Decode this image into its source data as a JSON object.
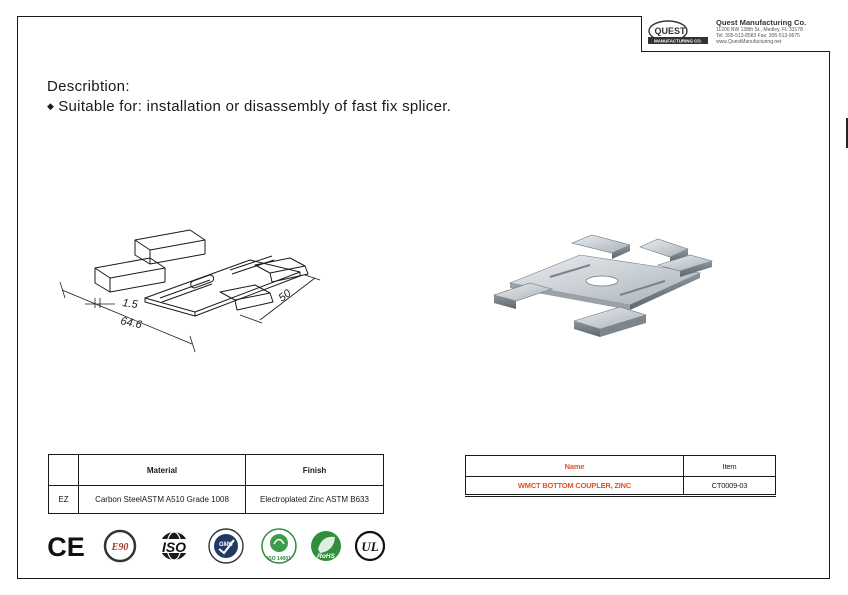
{
  "company": {
    "logo_main": "QUEST",
    "logo_sub": "MANUFACTURING CO.",
    "name": "Quest Manufacturing Co.",
    "address": "11200 NW 138th St., Medley, FL 33178",
    "contact": "Tel: 305-513-8583   Fax: 305-513-9675",
    "website": "www.QuestManufacturing.net"
  },
  "description": {
    "title": "Describtion:",
    "line": "Suitable for: installation or disassembly of fast fix splicer."
  },
  "drawing": {
    "dim_thickness": "1.5",
    "dim_length": "64.6",
    "dim_width": "50"
  },
  "material_table": {
    "headers": [
      "",
      "Material",
      "Finish"
    ],
    "rows": [
      [
        "EZ",
        "Carbon SteelASTM A510 Grade 1008",
        "Electroplated Zinc ASTM B633"
      ]
    ]
  },
  "name_table": {
    "headers": [
      "Name",
      "Item"
    ],
    "rows": [
      [
        "WMCT BOTTOM COUPLER, ZINC",
        "CT0009-03"
      ]
    ]
  },
  "certifications": {
    "ce": "CE",
    "e90": "E90",
    "iso": "ISO",
    "gmc": "GMC",
    "iso14001": "ISO 14001",
    "rohs": "RoHS",
    "ul": "UL"
  },
  "colors": {
    "accent": "#e8511f",
    "line": "#1a1a1a"
  }
}
